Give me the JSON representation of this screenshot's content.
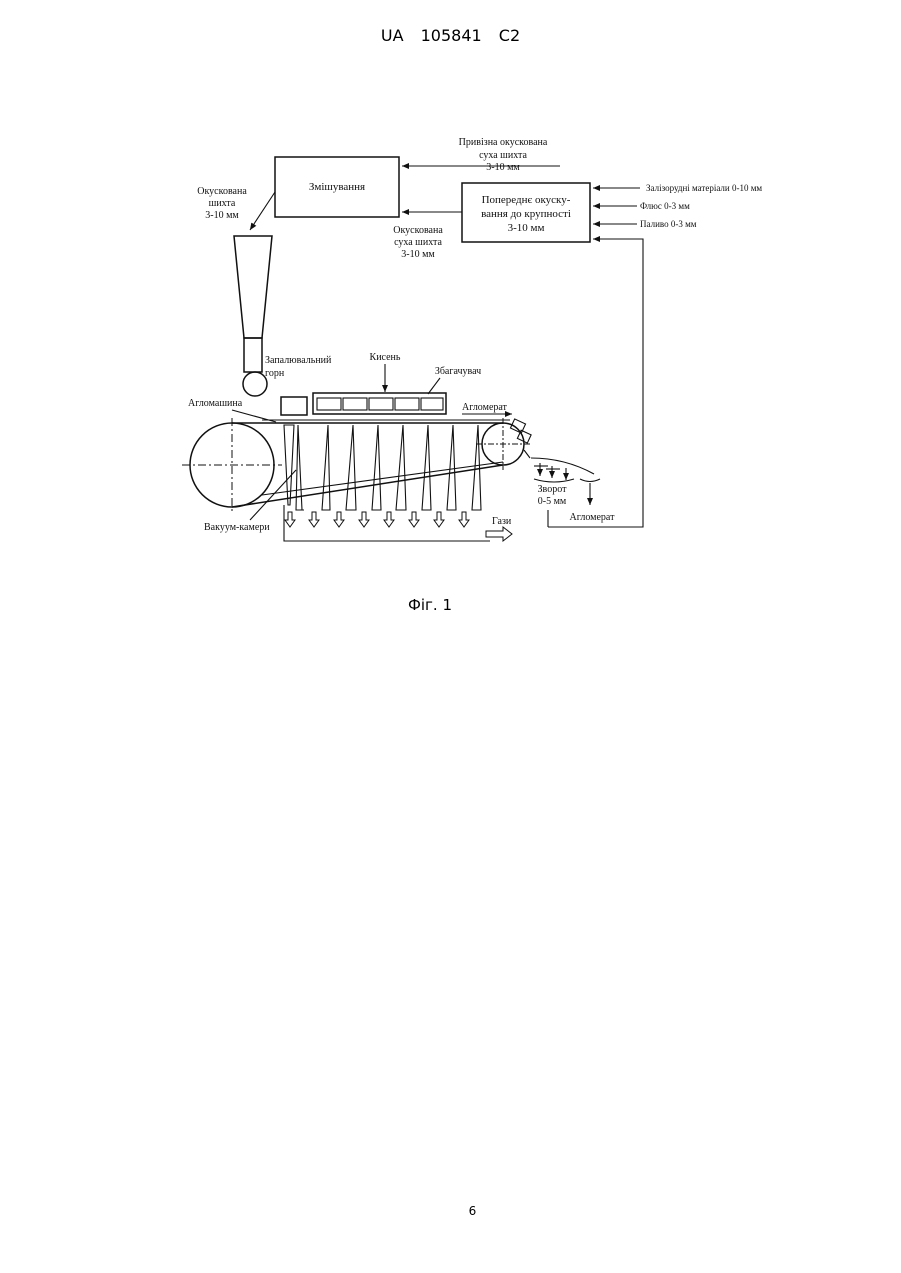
{
  "header": {
    "country": "UA",
    "number": "105841",
    "kind": "C2"
  },
  "figure": {
    "caption": "Фіг. 1",
    "labels": {
      "mixing": "Змішування",
      "pre_pelletizing_1": "Попереднє окуску-",
      "pre_pelletizing_2": "вання до крупності",
      "pre_pelletizing_3": "3-10 мм",
      "imported_1": "Привізна окускована",
      "imported_2": "суха шихта",
      "imported_3": "3-10 мм",
      "pelletized_1": "Окускована",
      "pelletized_2": "шихта",
      "pelletized_3": "3-10 мм",
      "dry_1": "Окускована",
      "dry_2": "суха шихта",
      "dry_3": "3-10 мм",
      "iron_ore": "Залізорудні матеріали 0-10 мм",
      "flux": "Флюс 0-3 мм",
      "fuel": "Паливо 0-3 мм",
      "ignition_1": "Запалювальний",
      "ignition_2": "горн",
      "oxygen": "Кисень",
      "enricher": "Збагачувач",
      "sinter_top": "Агломерат",
      "sinter_machine": "Агломашина",
      "vacuum": "Вакуум-камери",
      "gases": "Гази",
      "return_1": "Зворот",
      "return_2": "0-5 мм",
      "sinter_bottom": "Агломерат"
    }
  },
  "page_number": "6"
}
